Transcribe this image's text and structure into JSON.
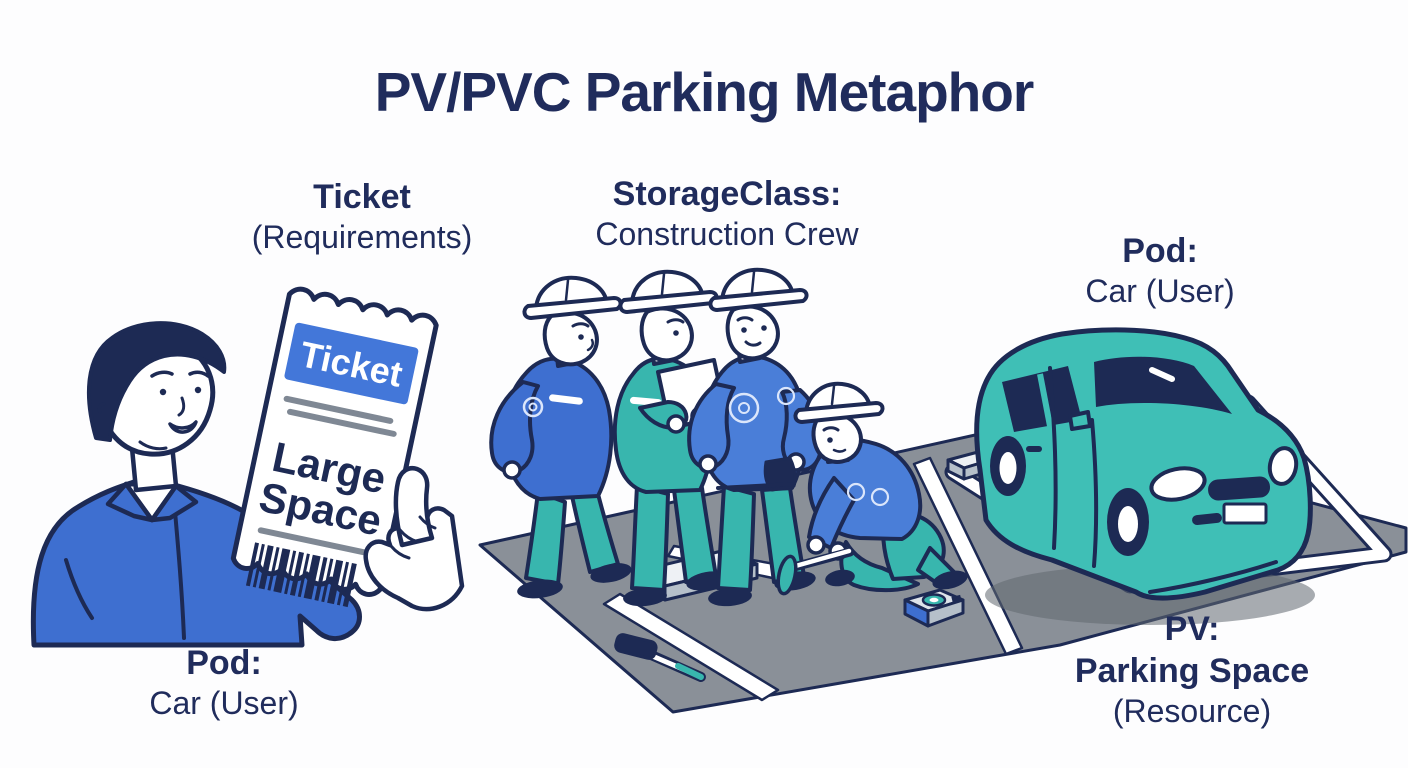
{
  "title": "PV/PVC Parking Metaphor",
  "labels": {
    "ticket": {
      "heading": "Ticket",
      "sub": "(Requirements)"
    },
    "storage_class": {
      "heading": "StorageClass:",
      "sub": "Construction Crew"
    },
    "pod_top": {
      "heading": "Pod:",
      "sub": "Car (User)"
    },
    "pod_bottom": {
      "heading": "Pod:",
      "sub": "Car (User)"
    },
    "pv": {
      "heading": "PV:",
      "heading2": "Parking Space",
      "sub": "(Resource)"
    }
  },
  "ticket": {
    "band_label": "Ticket",
    "size_line1": "Large",
    "size_line2": "Space"
  },
  "colors": {
    "navy": "#1d2a54",
    "title": "#202c5c",
    "blue": "#3e6fd0",
    "blue_light": "#4a7ed8",
    "teal": "#38b6ae",
    "teal_car": "#3fbfb6",
    "gray_lot": "#8a9098",
    "gray_line": "#7f8894",
    "stone": "#b6c0ca",
    "stone_top": "#eef1f5",
    "white": "#ffffff",
    "bg": "#fdfdfe"
  }
}
